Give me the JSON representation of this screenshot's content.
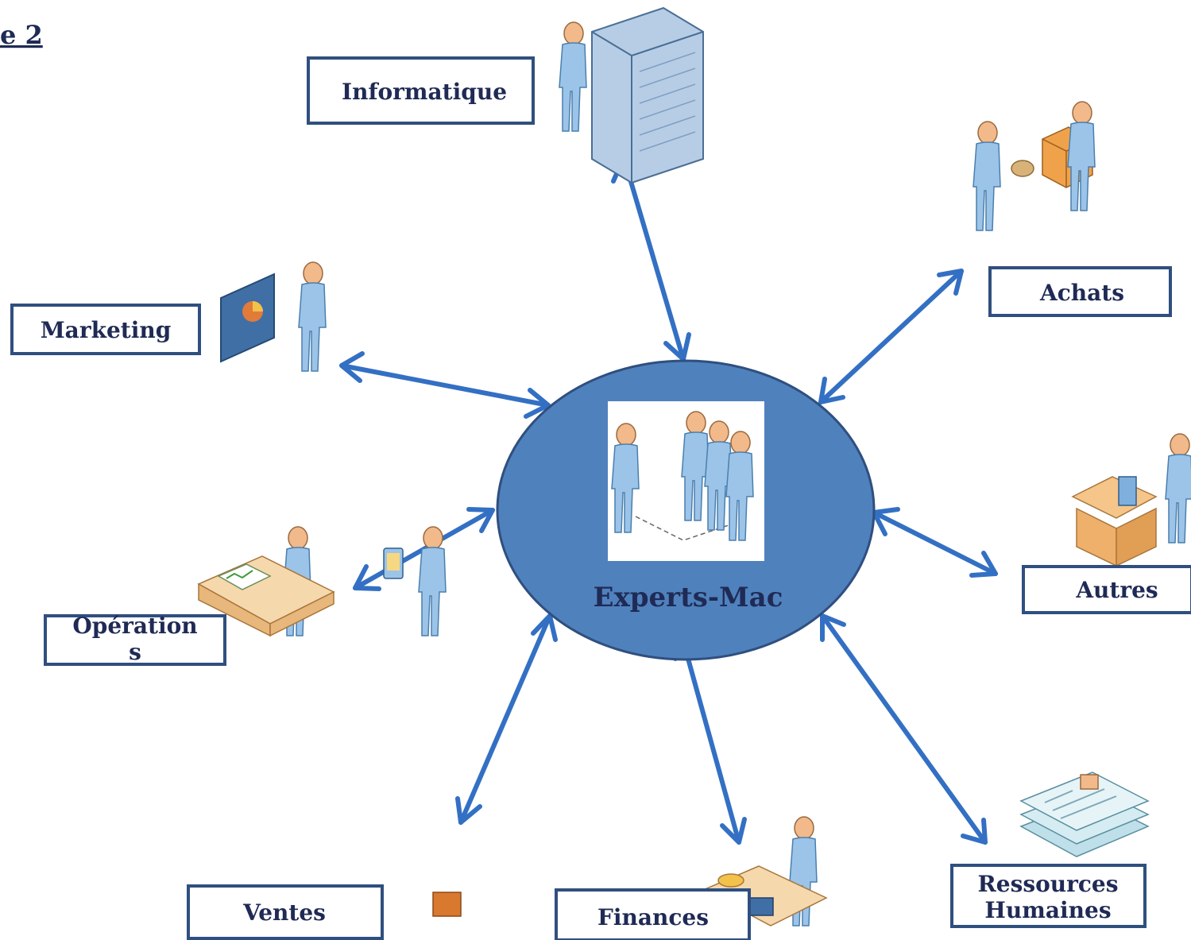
{
  "header": {
    "fragment": "e 2"
  },
  "center": {
    "label": "Experts-Mac"
  },
  "departments": {
    "informatique": "Informatique",
    "achats": "Achats",
    "marketing": "Marketing",
    "operations_line1": "Opération",
    "operations_line2": "s",
    "autres": "Autres",
    "ventes": "Ventes",
    "finances": "Finances",
    "rh_line1": "Ressources",
    "rh_line2": "Humaines"
  },
  "icons": {
    "informatique": "server-rack-person-icon",
    "achats": "delivery-person-icon",
    "marketing": "presentation-person-icon",
    "operations": "desk-worker-icon",
    "autres": "box-person-icon",
    "ventes": "salesperson-icon",
    "finances": "accountant-icon",
    "rh": "resume-documents-icon",
    "center": "team-people-icon"
  },
  "colors": {
    "ellipse_fill": "#4f81bd",
    "ellipse_stroke": "#2f4f7f",
    "arrow": "#3370c4",
    "label_text": "#1f2a55"
  }
}
